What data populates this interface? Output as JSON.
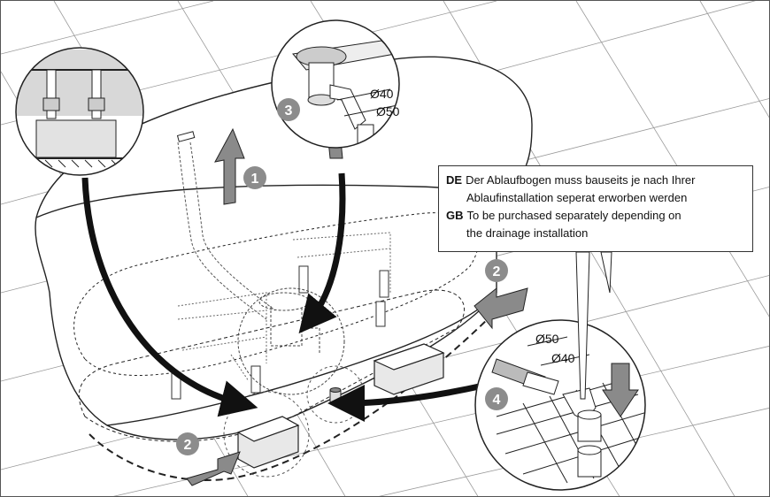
{
  "steps": {
    "step1": "1",
    "step2a": "2",
    "step2b": "2",
    "step3": "3",
    "step4": "4"
  },
  "detail3": {
    "dia_a": "Ø40",
    "dia_b": "Ø50"
  },
  "detail4": {
    "dia_a": "Ø50",
    "dia_b": "Ø40"
  },
  "callout": {
    "de_code": "DE",
    "de_line1": "Der Ablaufbogen muss bauseits je nach Ihrer",
    "de_line2": "Ablaufinstallation seperat erworben werden",
    "gb_code": "GB",
    "gb_line1": "To be purchased separately depending on",
    "gb_line2": "the drainage installation"
  },
  "colors": {
    "badge": "#8c8c8c",
    "arrow_gray": "#8a8a8a",
    "line": "#222222"
  }
}
